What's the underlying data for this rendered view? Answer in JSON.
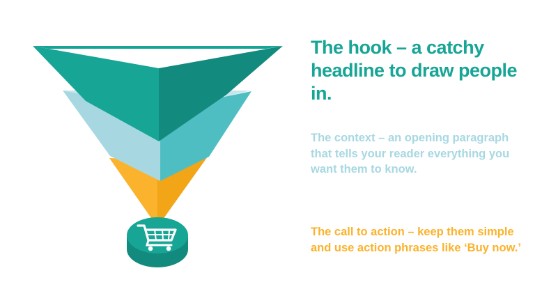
{
  "colors": {
    "teal": "#17a596",
    "teal_dark": "#138a7e",
    "light_blue": "#a7d8e2",
    "light_teal": "#4fbec3",
    "orange": "#fbb22c",
    "orange_dark": "#f2a516"
  },
  "sections": {
    "hook": {
      "text": "The hook – a catchy headline to draw people in."
    },
    "context": {
      "text": "The context – an opening paragraph that tells your reader everything you want them to know."
    },
    "cta": {
      "text": "The call to action – keep them simple and use action phrases like ‘Buy now.’"
    }
  },
  "icon": {
    "name": "shopping-cart-icon"
  }
}
